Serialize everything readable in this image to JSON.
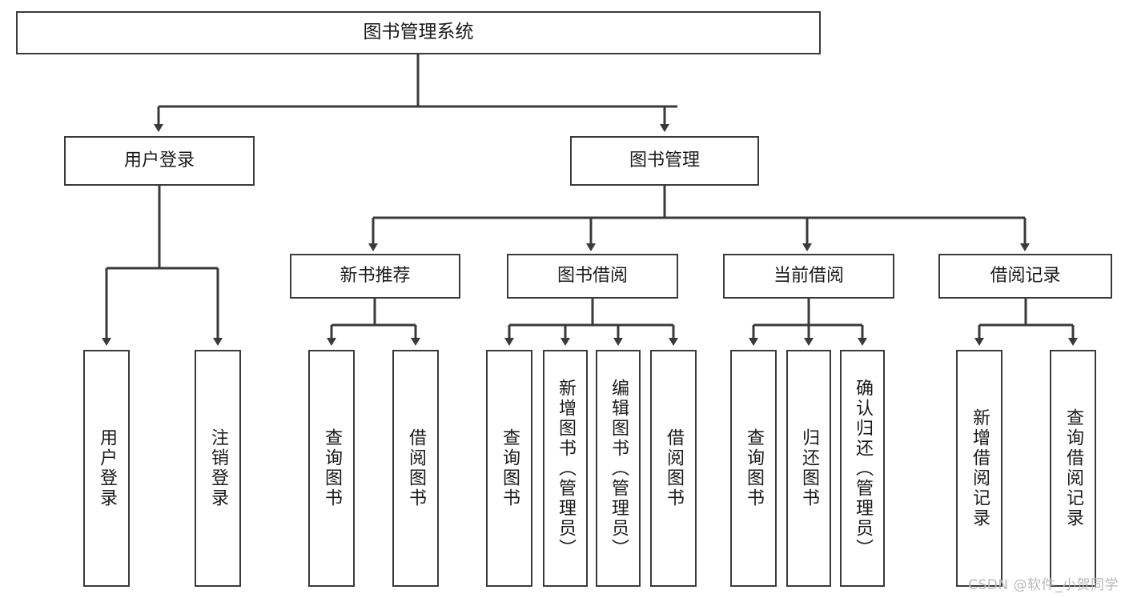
{
  "diagram": {
    "type": "tree",
    "title": "图书管理系统",
    "orientation": "top-down",
    "root": {
      "label": "图书管理系统"
    },
    "branches": [
      {
        "label": "用户登录"
      },
      {
        "label": "图书管理"
      }
    ],
    "subbranches": [
      {
        "label": "新书推荐"
      },
      {
        "label": "图书借阅"
      },
      {
        "label": "当前借阅"
      },
      {
        "label": "借阅记录"
      }
    ],
    "leaves": {
      "user_login": [
        {
          "label": "用户登录"
        },
        {
          "label": "注销登录"
        }
      ],
      "new_book_recommend": [
        {
          "label": "查询图书"
        },
        {
          "label": "借阅图书"
        }
      ],
      "book_borrow": [
        {
          "label": "查询图书"
        },
        {
          "label": "新增图书（管理员）"
        },
        {
          "label": "编辑图书（管理员）"
        },
        {
          "label": "借阅图书"
        }
      ],
      "current_borrow": [
        {
          "label": "查询图书"
        },
        {
          "label": "归还图书"
        },
        {
          "label": "确认归还（管理员）"
        }
      ],
      "borrow_record": [
        {
          "label": "新增借阅记录"
        },
        {
          "label": "查询借阅记录"
        }
      ]
    }
  },
  "watermark": {
    "text": "CSDN @软件_小贺同学"
  },
  "colors": {
    "stroke": "#3a3a3a",
    "text": "#1a1a1a",
    "background": "#ffffff",
    "watermark": "#b9b9b9"
  }
}
